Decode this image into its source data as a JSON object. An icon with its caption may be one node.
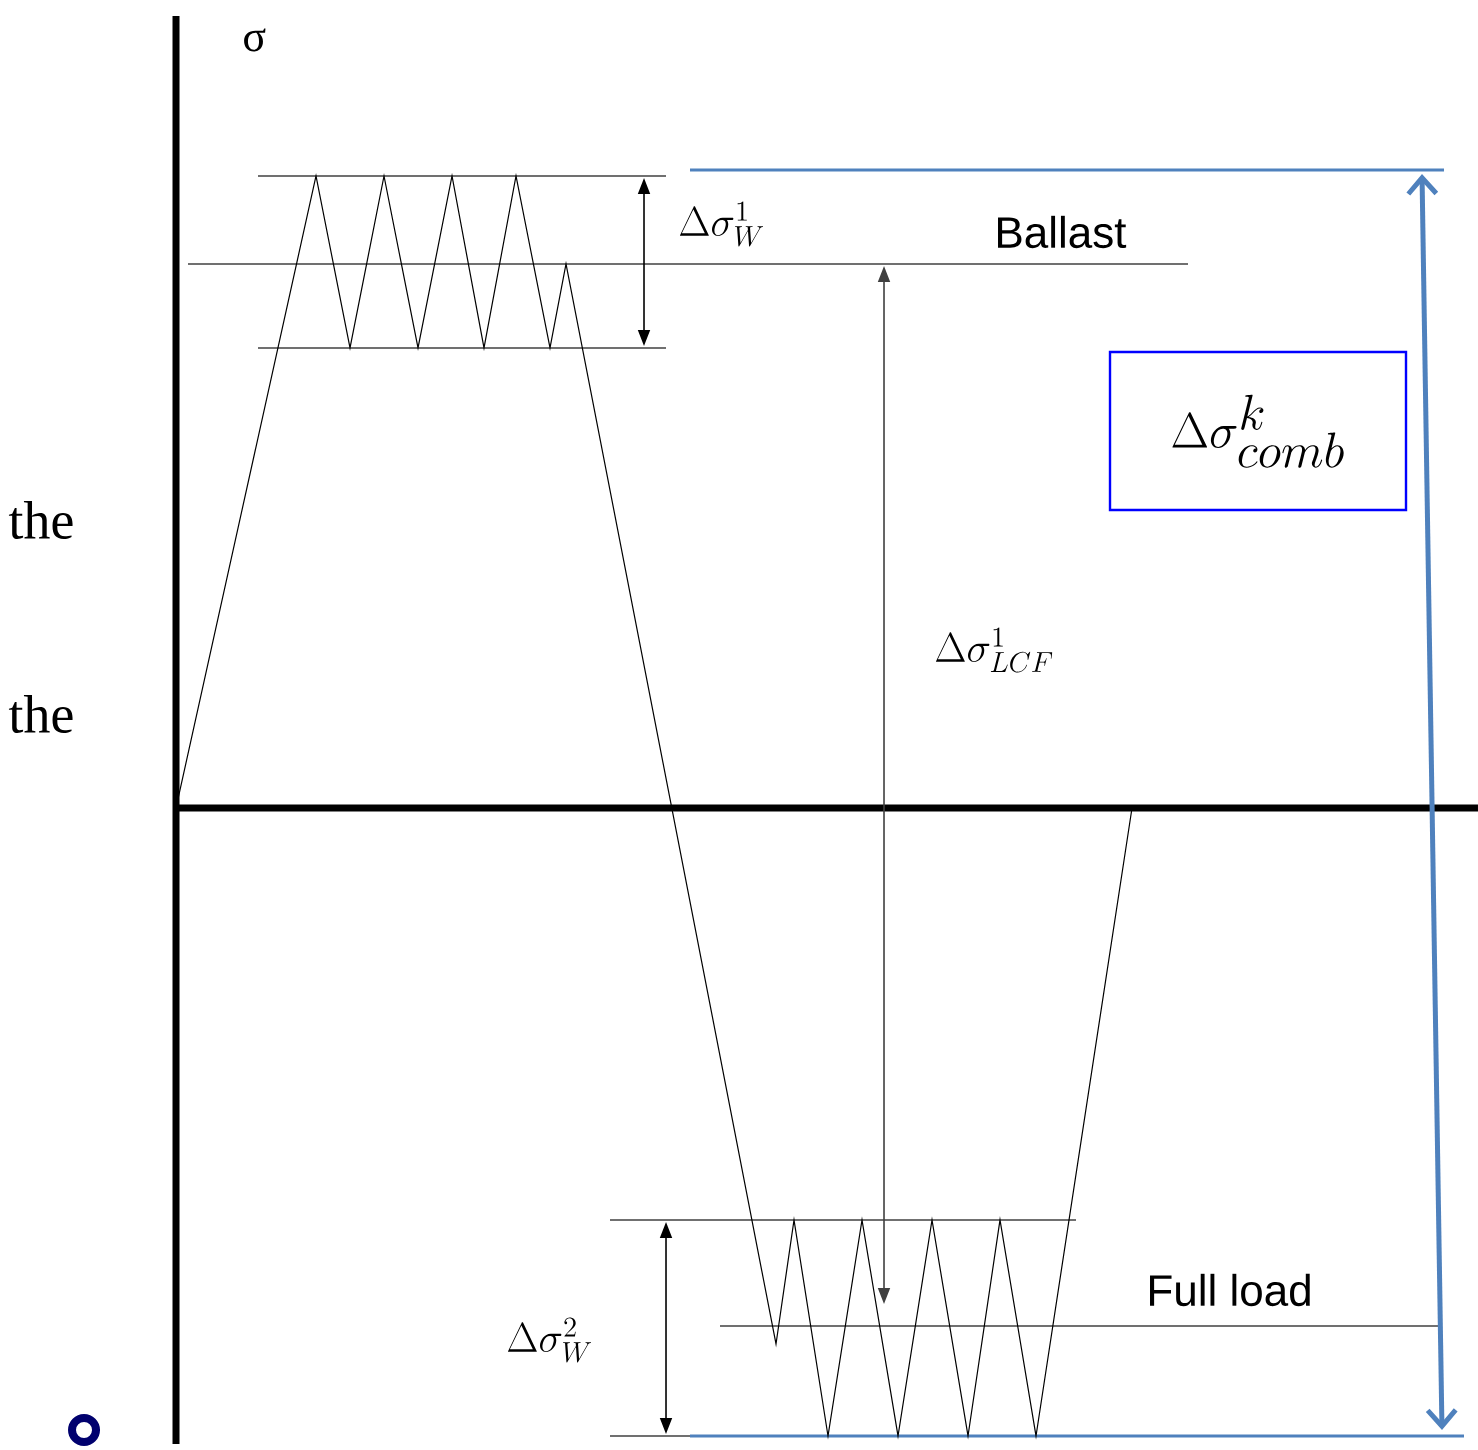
{
  "diagram": {
    "nodes": [
      {
        "text": [
          "\\Delta\\sigma^{k}_{comb}"
        ]
      }
    ],
    "labels": [
      "σ",
      "the",
      "the",
      "\\Delta\\sigma_{W}^{1}",
      "Ballast",
      "\\Delta\\sigma_{LCF}^{1}",
      "\\Delta\\sigma_{W}^{2}",
      "Full load"
    ]
  }
}
